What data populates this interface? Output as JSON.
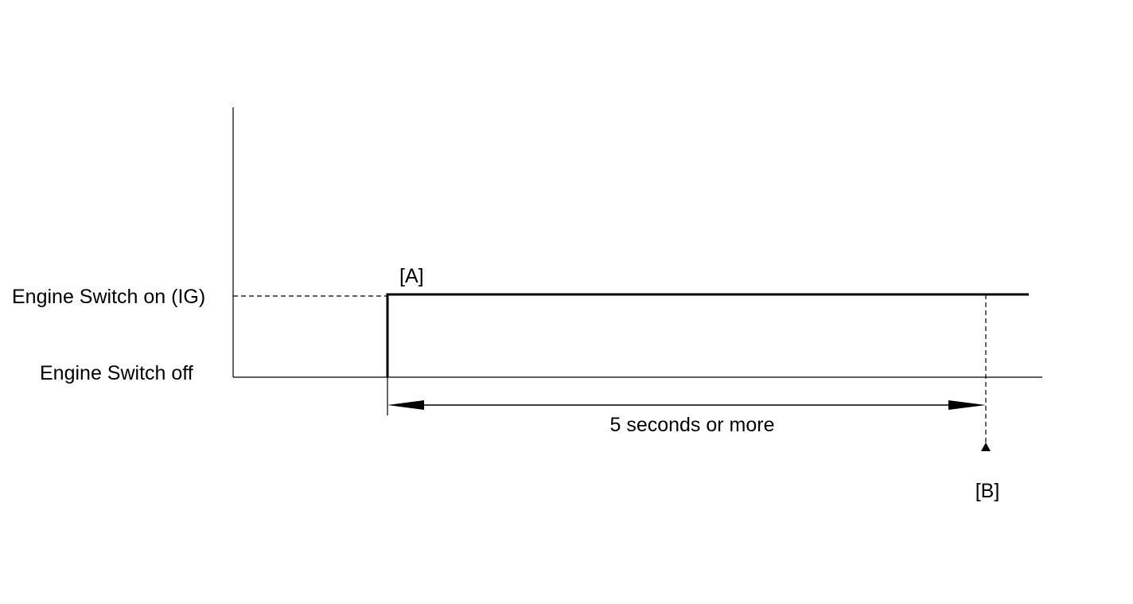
{
  "states": {
    "on_label": "Engine Switch on (IG)",
    "off_label": "Engine Switch off"
  },
  "markers": {
    "start": "[A]",
    "end": "[B]"
  },
  "duration": {
    "label": "5 seconds or more"
  },
  "colors": {
    "line": "#000000",
    "background": "#ffffff"
  }
}
